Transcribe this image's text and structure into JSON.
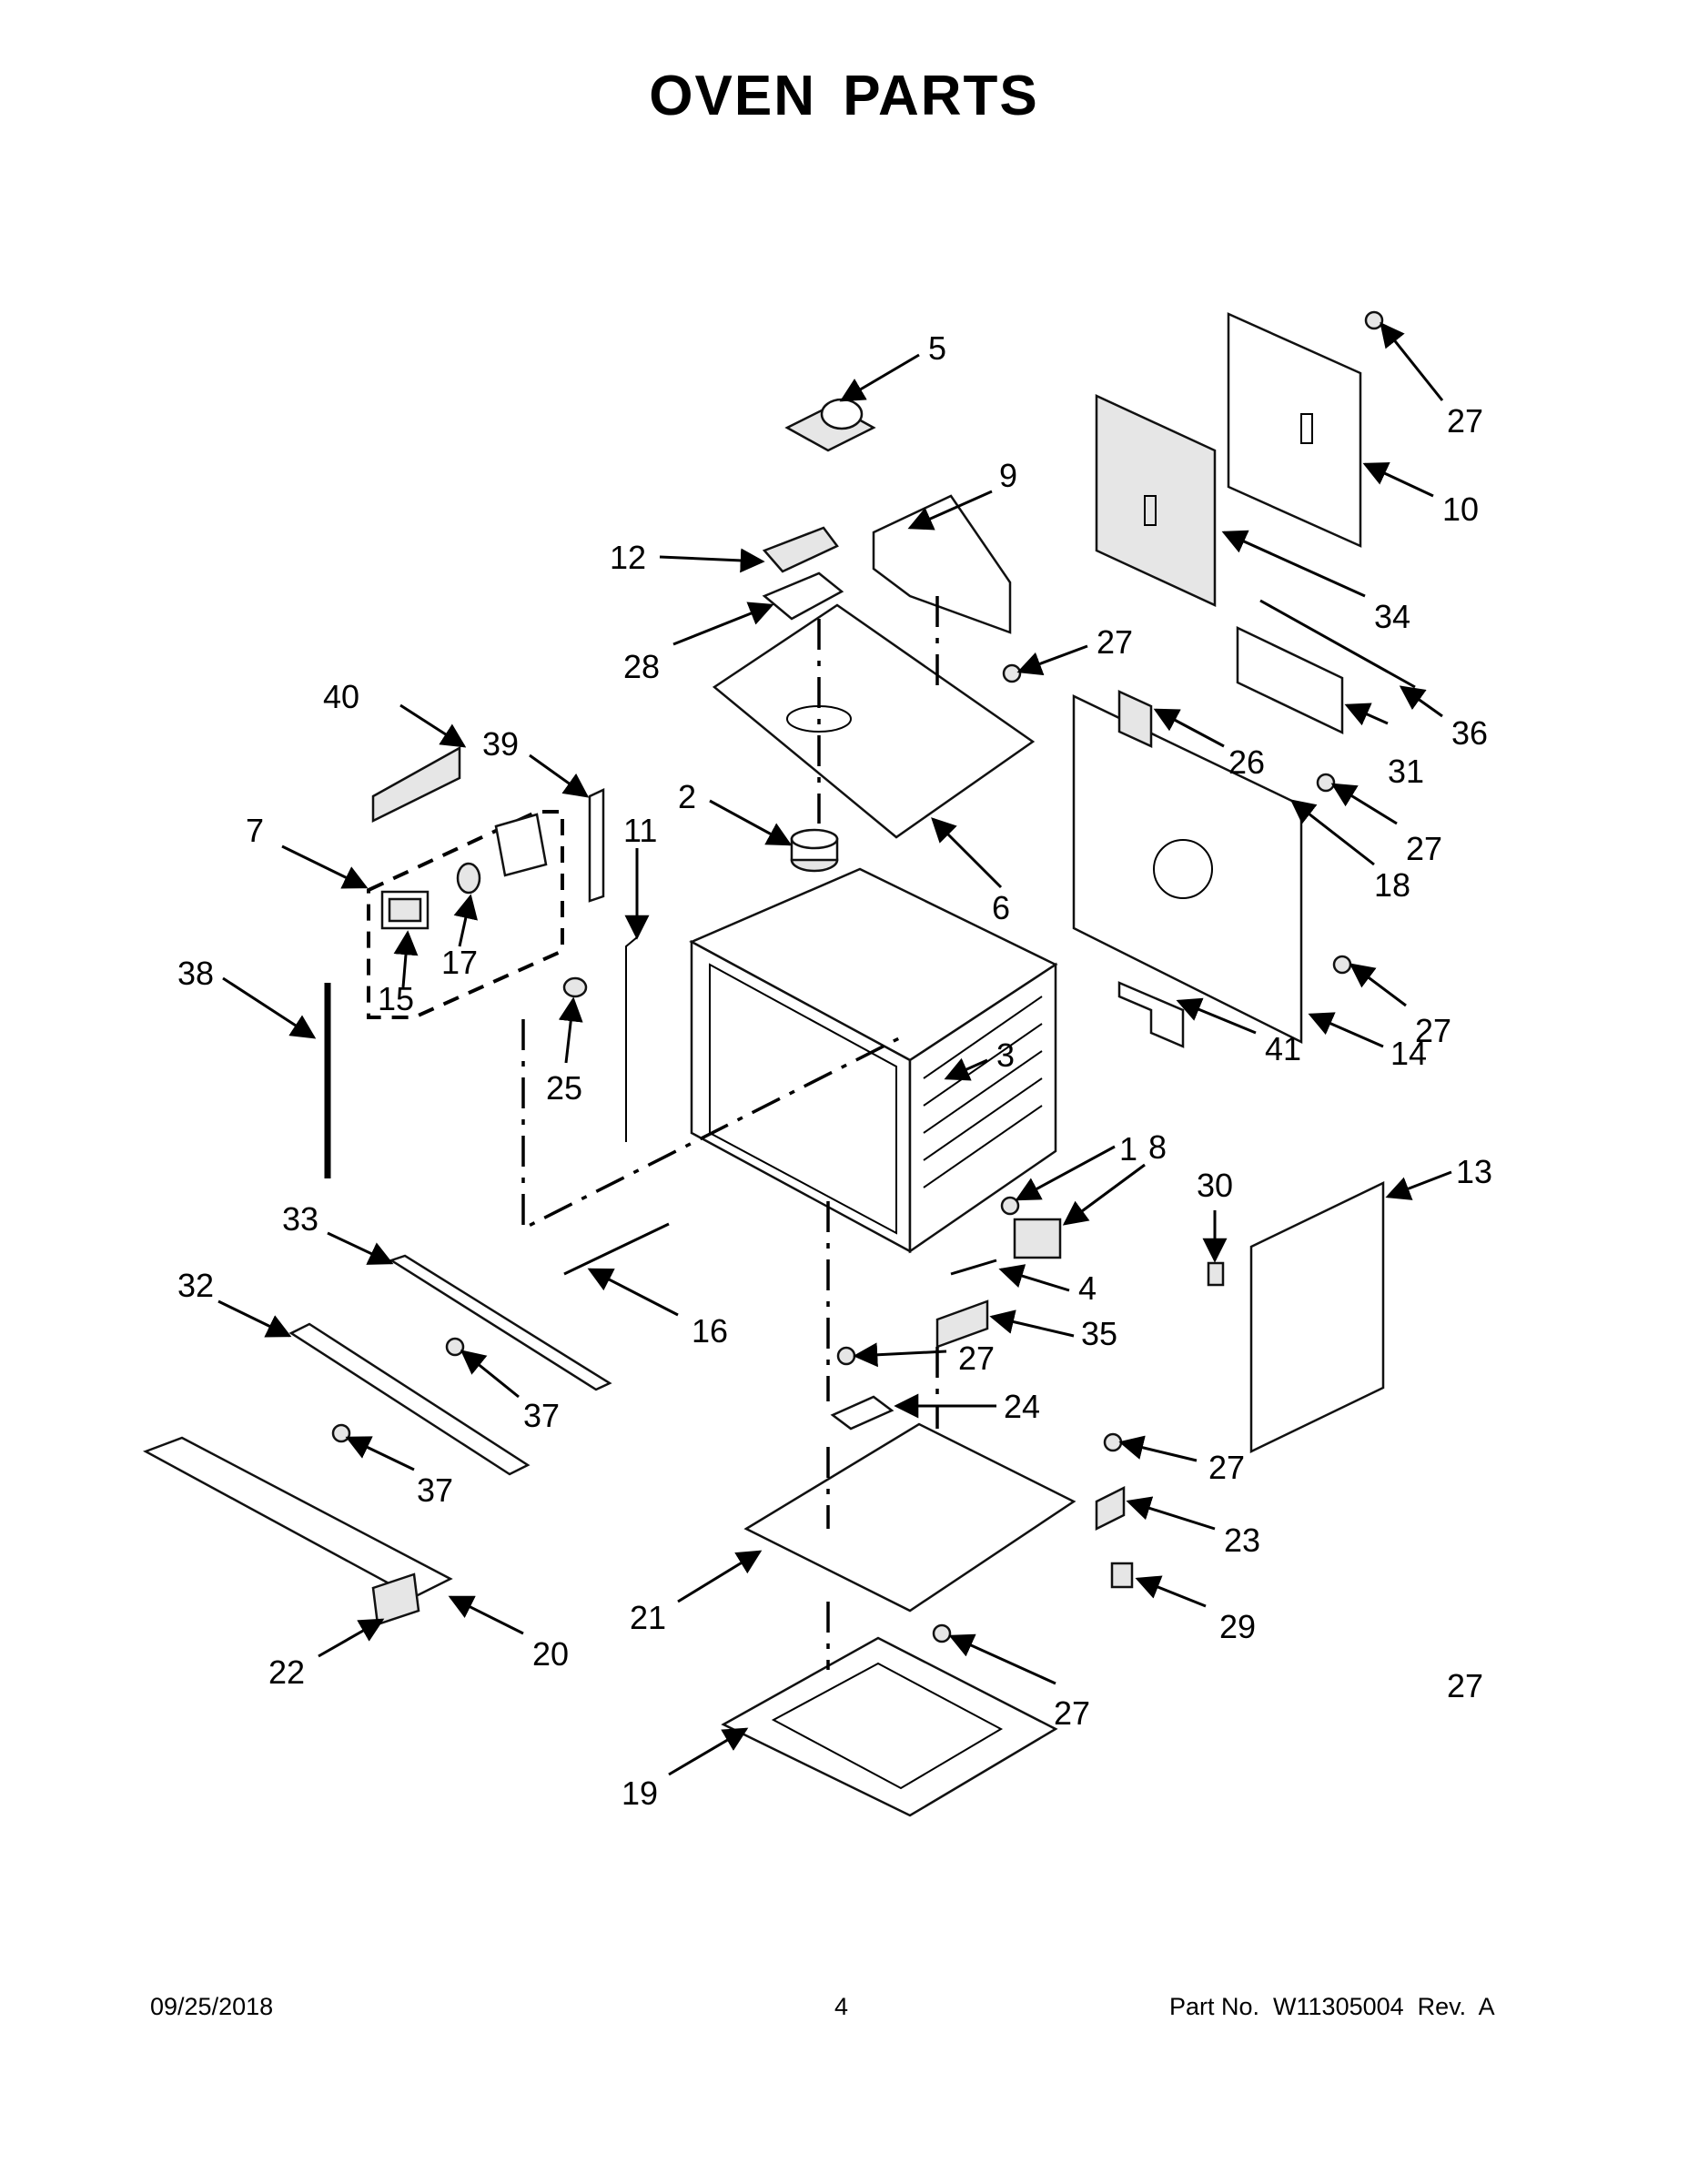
{
  "title": "OVEN PARTS",
  "footer": {
    "date": "09/25/2018",
    "page": "4",
    "part": "Part No.  W11305004  Rev.  A"
  },
  "callouts": [
    "1",
    "2",
    "3",
    "4",
    "5",
    "6",
    "7",
    "8",
    "9",
    "10",
    "11",
    "12",
    "13",
    "14",
    "15",
    "16",
    "17",
    "18",
    "19",
    "20",
    "21",
    "22",
    "23",
    "24",
    "25",
    "26",
    "27",
    "27",
    "27",
    "27",
    "27",
    "27",
    "27",
    "27",
    "28",
    "29",
    "30",
    "31",
    "32",
    "33",
    "34",
    "35",
    "36",
    "37",
    "37",
    "38",
    "39",
    "40",
    "41"
  ]
}
